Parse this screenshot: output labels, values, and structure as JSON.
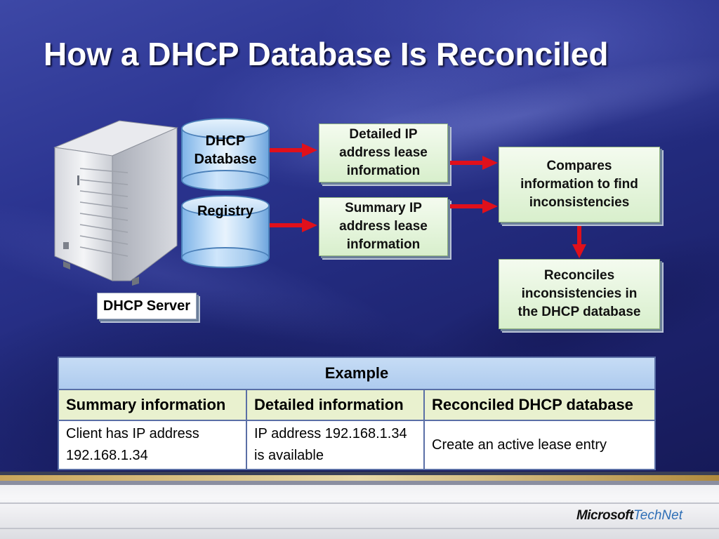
{
  "slide": {
    "title": "How a DHCP Database Is Reconciled"
  },
  "diagram": {
    "server_label": "DHCP Server",
    "databases": [
      {
        "label": "DHCP\nDatabase"
      },
      {
        "label": "Registry"
      }
    ],
    "boxes": {
      "detailed": "Detailed IP\naddress lease\ninformation",
      "summary": "Summary IP\naddress lease\ninformation",
      "compares": "Compares\ninformation to find\ninconsistencies",
      "reconciles": "Reconciles\ninconsistencies in\nthe DHCP database"
    },
    "colors": {
      "arrow": "#e0101b",
      "box_fill": "#e4f4da",
      "background": "#252c82"
    }
  },
  "table": {
    "caption": "Example",
    "headers": [
      "Summary information",
      "Detailed information",
      "Reconciled DHCP database"
    ],
    "rows": [
      [
        "Client has IP address 192.168.1.34",
        "IP address 192.168.1.34 is available",
        "Create an active lease entry"
      ]
    ]
  },
  "footer": {
    "brand_microsoft": "Microsoft",
    "brand_technet": "TechNet"
  }
}
